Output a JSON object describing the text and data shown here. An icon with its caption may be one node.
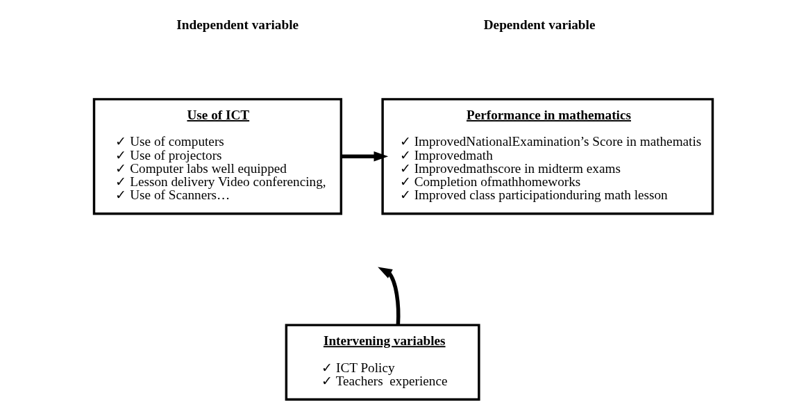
{
  "diagram": {
    "nodes": [
      {
        "text": [
          "Use of ICT",
          "✓ Use of computers",
          "✓ Use of projectors",
          "✓ Computer labs well equipped",
          "✓ Lesson delivery Video conferencing,",
          "✓ Use of Scanners…"
        ]
      },
      {
        "text": [
          "Performance in mathematics",
          "✓ ImprovedNationalExamination’s Score in mathematis",
          "✓ Improvedmath",
          "✓ Improvedmathscore in midterm exams",
          "✓ Completion ofmathhomeworks",
          "✓ Improved class participationduring math lesson"
        ]
      },
      {
        "text": [
          "Intervening variables",
          "✓ ICT Policy",
          "✓ Teachers  experience"
        ]
      }
    ],
    "edges": [
      {
        "from": 0,
        "to": 1,
        "arrow": "to"
      },
      {
        "from": 2,
        "to": null,
        "arrow": "to"
      }
    ],
    "labels": [
      "Independent variable",
      "Dependent variable"
    ]
  }
}
